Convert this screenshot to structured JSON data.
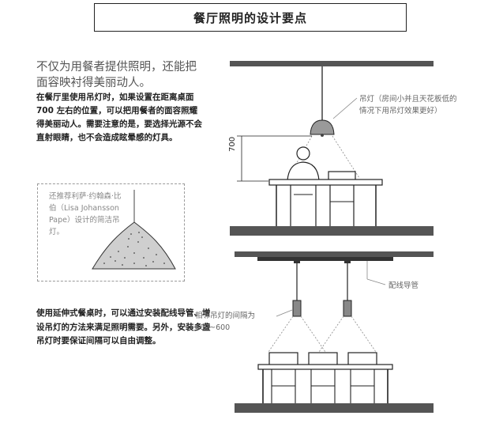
{
  "title": "餐厅照明的设计要点",
  "lead": "不仅为用餐者提供照明，还能把面容映衬得美丽动人。",
  "paragraph1": "在餐厅里使用吊灯时，如果设置在距离桌面 700 左右的位置，可以把用餐者的面容照耀得美丽动人。需要注意的是，要选择光源不会直射眼睛，也不会造成眩晕感的灯具。",
  "note": "还推荐利萨·约翰森·比伯（Lisa Johansson Pape）设计的简洁吊灯。",
  "paragraph2": "使用延伸式餐桌时，可以通过安装配线导管、增设吊灯的方法来满足照明需要。另外，安装多盏吊灯时要保证间隔可以自由调整。",
  "labels": {
    "pendant": "吊灯（房间小并且天花板低的情况下用吊灯效果更好）",
    "dimension": "700",
    "conduit": "配线导管",
    "spacing": "相邻吊灯的间隔为400~600"
  }
}
